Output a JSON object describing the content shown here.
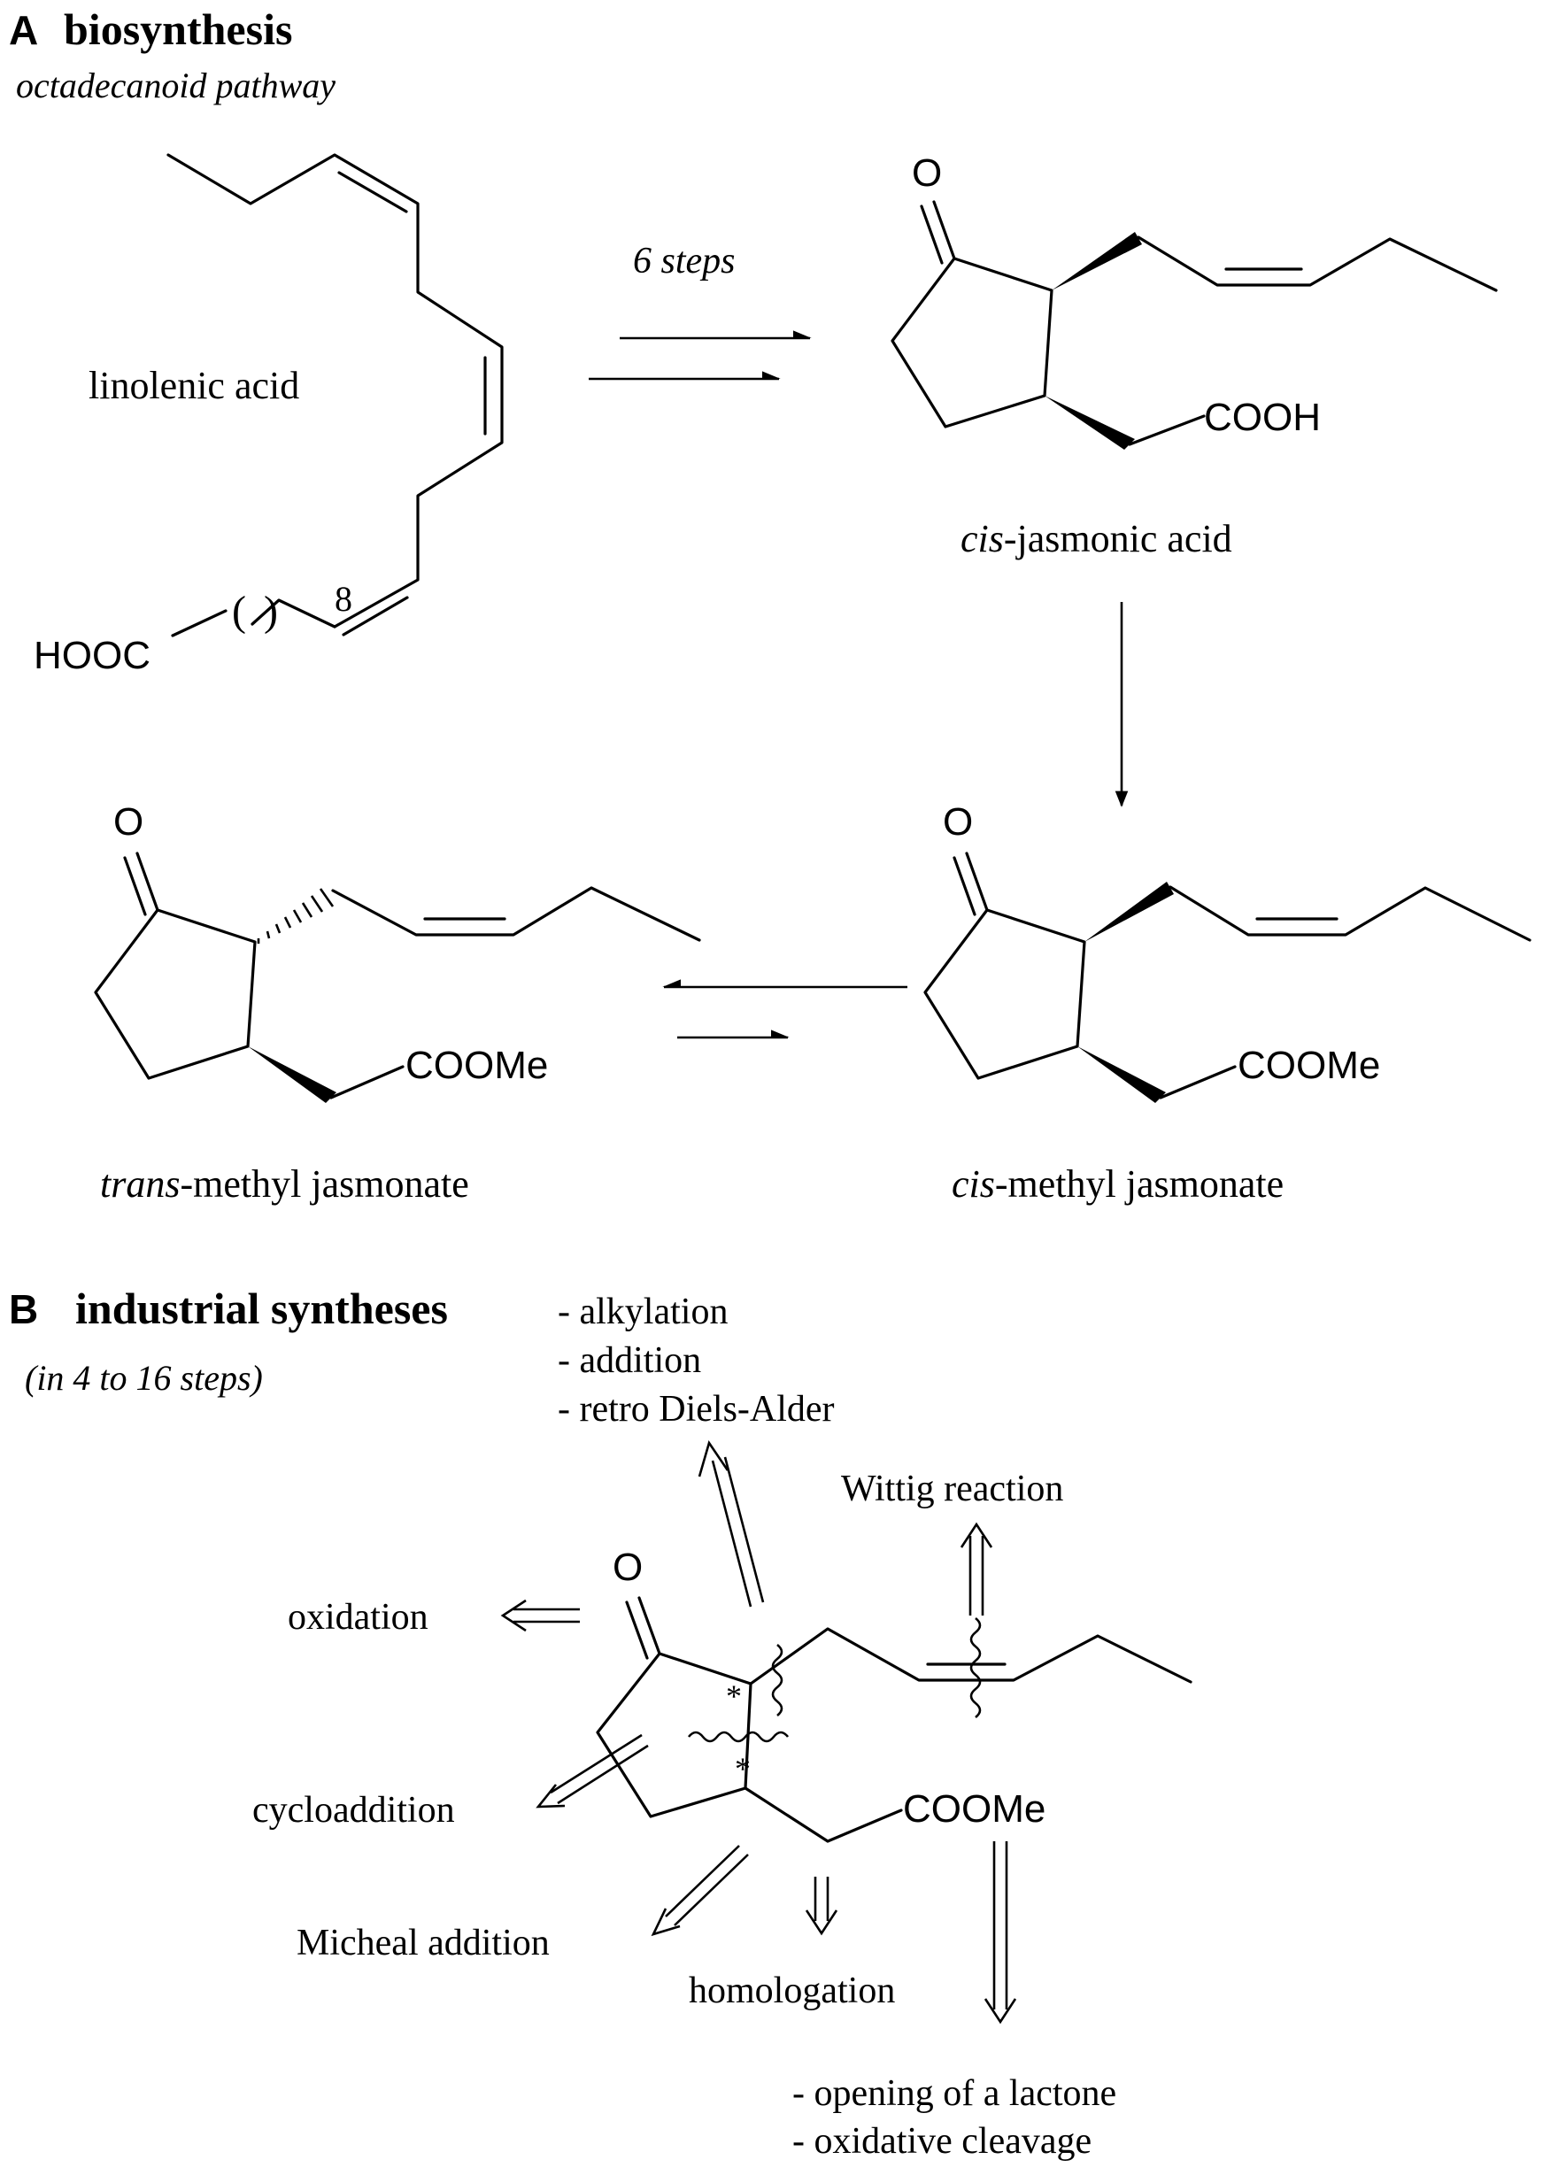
{
  "section_a": {
    "letter": "A",
    "title": "biosynthesis",
    "subtitle": "octadecanoid pathway"
  },
  "section_b": {
    "letter": "B",
    "title": "industrial syntheses",
    "subtitle": "(in 4 to 16 steps)"
  },
  "compounds": {
    "linolenic_acid": "linolenic acid",
    "cis_jasmonic_prefix": "cis",
    "cis_jasmonic_rest": "-jasmonic acid",
    "cis_methyl_prefix": "cis",
    "cis_methyl_rest": "-methyl jasmonate",
    "trans_methyl_prefix": "trans",
    "trans_methyl_rest": "-methyl jasmonate"
  },
  "reactions": {
    "six_steps": "6 steps"
  },
  "atoms": {
    "oxygen": "O",
    "hooc": "HOOC",
    "cooh": "COOH",
    "coome": "COOMe",
    "repeat_count": "8",
    "paren_open": "(",
    "paren_close": ")",
    "stereocenter": "*"
  },
  "disconnections": {
    "top_list": [
      "- alkylation",
      "- addition",
      "- retro Diels-Alder"
    ],
    "wittig": "Wittig reaction",
    "oxidation": "oxidation",
    "cycloaddition": "cycloaddition",
    "micheal": "Micheal addition",
    "homologation": "homologation",
    "bottom_list": [
      "- opening of a lactone",
      "- oxidative cleavage"
    ]
  }
}
